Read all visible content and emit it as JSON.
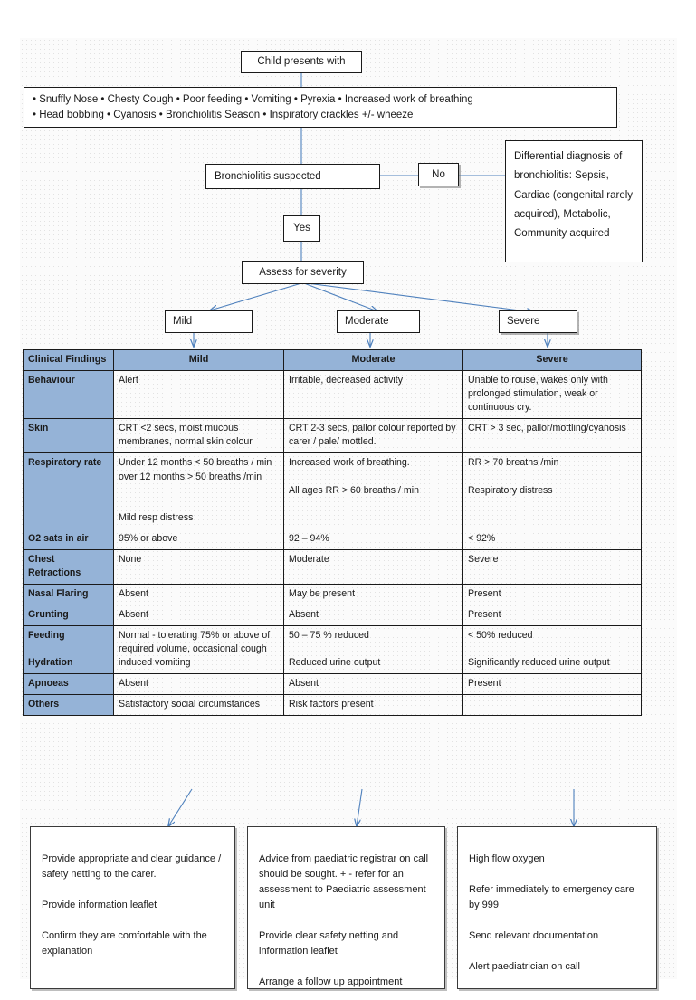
{
  "flow": {
    "start": {
      "label": "Child presents with"
    },
    "symptoms": {
      "line1": "• Snuffly Nose • Chesty Cough • Poor feeding • Vomiting • Pyrexia • Increased work of breathing",
      "line2": "• Head bobbing • Cyanosis • Bronchiolitis Season • Inspiratory crackles +/- wheeze"
    },
    "suspected": {
      "label": "Bronchiolitis suspected"
    },
    "no": {
      "label": "No"
    },
    "yes": {
      "label": "Yes"
    },
    "differential": {
      "label": "Differential diagnosis of bronchiolitis: Sepsis, Cardiac (congenital rarely acquired), Metabolic, Community acquired"
    },
    "assess": {
      "label": "Assess for severity"
    },
    "severity_nodes": [
      {
        "label": "Mild"
      },
      {
        "label": "Moderate"
      },
      {
        "label": "Severe"
      }
    ]
  },
  "table": {
    "headers": [
      "Clinical Findings",
      "Mild",
      "Moderate",
      "Severe"
    ],
    "rows": [
      {
        "finding": "Behaviour",
        "mild": "Alert",
        "moderate": "Irritable, decreased activity",
        "severe": "Unable to rouse, wakes only with prolonged stimulation, weak or continuous cry."
      },
      {
        "finding": "Skin",
        "mild": "CRT <2 secs, moist mucous membranes, normal skin colour",
        "moderate": "CRT 2-3 secs, pallor colour reported by carer / pale/ mottled.",
        "severe": "CRT > 3 sec, pallor/mottling/cyanosis"
      },
      {
        "finding": "Respiratory rate",
        "mild": "Under 12 months < 50 breaths / min over 12 months > 50 breaths /min\n\n\nMild resp distress",
        "moderate": "Increased work of breathing.\n\nAll ages RR > 60 breaths / min",
        "severe": "RR > 70 breaths /min\n\nRespiratory distress"
      },
      {
        "finding": "O2 sats in air",
        "mild": "95% or above",
        "moderate": "92 – 94%",
        "severe": "< 92%"
      },
      {
        "finding": "Chest Retractions",
        "mild": "None",
        "moderate": "Moderate",
        "severe": "Severe"
      },
      {
        "finding": "Nasal Flaring",
        "mild": "Absent",
        "moderate": "May be present",
        "severe": "Present"
      },
      {
        "finding": "Grunting",
        "mild": "Absent",
        "moderate": "Absent",
        "severe": "Present"
      },
      {
        "finding": "Feeding\n\nHydration",
        "mild": "Normal - tolerating 75% or above of required volume, occasional cough induced vomiting",
        "moderate": "50 – 75 % reduced\n\nReduced urine output",
        "severe": "< 50% reduced\n\nSignificantly reduced urine output"
      },
      {
        "finding": "Apnoeas",
        "mild": "Absent",
        "moderate": "Absent",
        "severe": "Present"
      },
      {
        "finding": "Others",
        "mild": "Satisfactory social circumstances",
        "moderate": "Risk factors present",
        "severe": ""
      }
    ]
  },
  "actions": {
    "mild": "Provide appropriate and clear guidance / safety netting to the carer.\n\nProvide information leaflet\n\nConfirm they are comfortable with the explanation",
    "moderate": "Advice from paediatric registrar on call should be sought. + - refer for an assessment to Paediatric assessment unit\n\nProvide clear safety netting and information leaflet\n\nArrange a follow up appointment",
    "severe": "High flow oxygen\n\nRefer immediately to emergency care by 999\n\nSend relevant documentation\n\nAlert paediatrician on call"
  },
  "colors": {
    "header_blue": "#95b3d7",
    "connector_blue": "#4f81bd",
    "box_border": "#1a1a1a"
  }
}
